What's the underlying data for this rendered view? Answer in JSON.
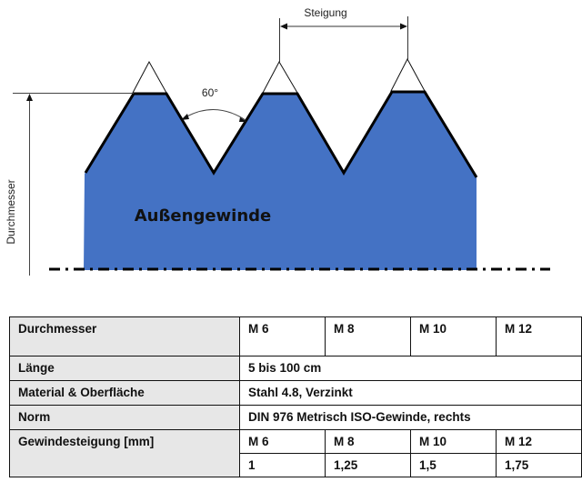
{
  "diagram": {
    "pitch_label": "Steigung",
    "angle_label": "60°",
    "diameter_label": "Durchmesser",
    "body_label": "Außengewinde",
    "colors": {
      "thread_fill": "#4472C4",
      "outline": "#000000",
      "dimension_line": "#333333"
    }
  },
  "table": {
    "rows": {
      "diameter": {
        "label": "Durchmesser",
        "values": [
          "M 6",
          "M 8",
          "M 10",
          "M 12"
        ]
      },
      "length": {
        "label": "Länge",
        "value": "5 bis 100 cm"
      },
      "material": {
        "label": "Material & Oberfläche",
        "value": "Stahl 4.8, Verzinkt"
      },
      "norm": {
        "label": "Norm",
        "value": "DIN 976 Metrisch ISO-Gewinde, rechts"
      },
      "pitch": {
        "label": "Gewindesteigung [mm]",
        "sizes": [
          "M 6",
          "M 8",
          "M 10",
          "M 12"
        ],
        "values": [
          "1",
          "1,25",
          "1,5",
          "1,75"
        ]
      }
    },
    "colors": {
      "label_background": "#e7e7e7",
      "border": "#111111"
    }
  }
}
